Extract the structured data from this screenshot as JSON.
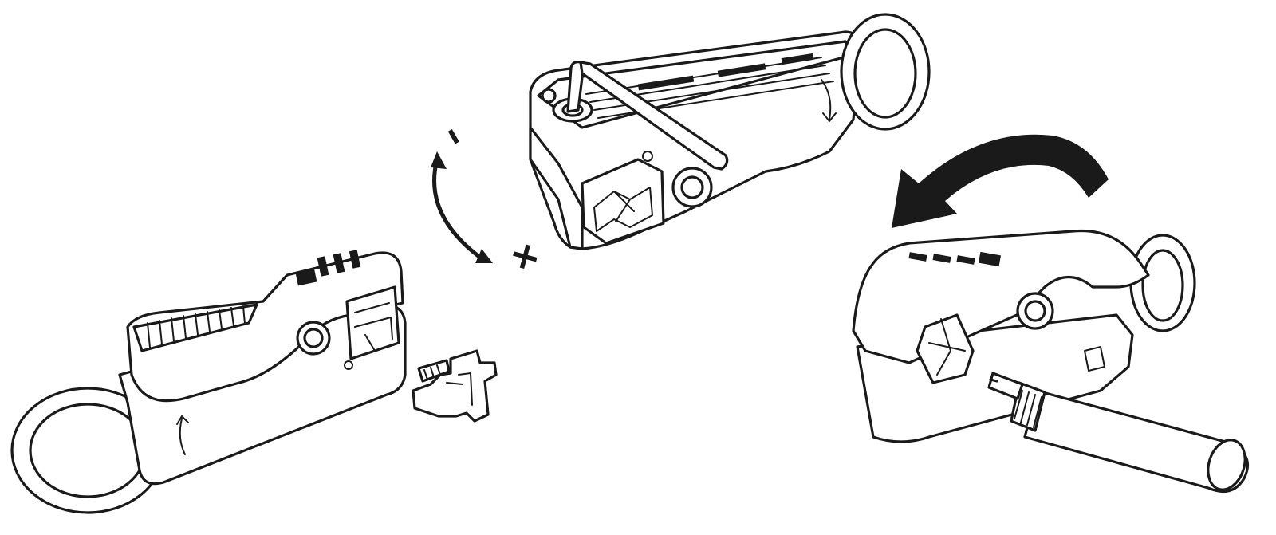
{
  "illustration": {
    "adjust_signs": {
      "minus": "–",
      "plus": "+"
    },
    "steps": [
      "remove-blade-cassette",
      "adjust-with-hex-key",
      "rotate-tool-around-cable"
    ],
    "ink_color": "#1a1a1a",
    "background_color": "#ffffff"
  }
}
